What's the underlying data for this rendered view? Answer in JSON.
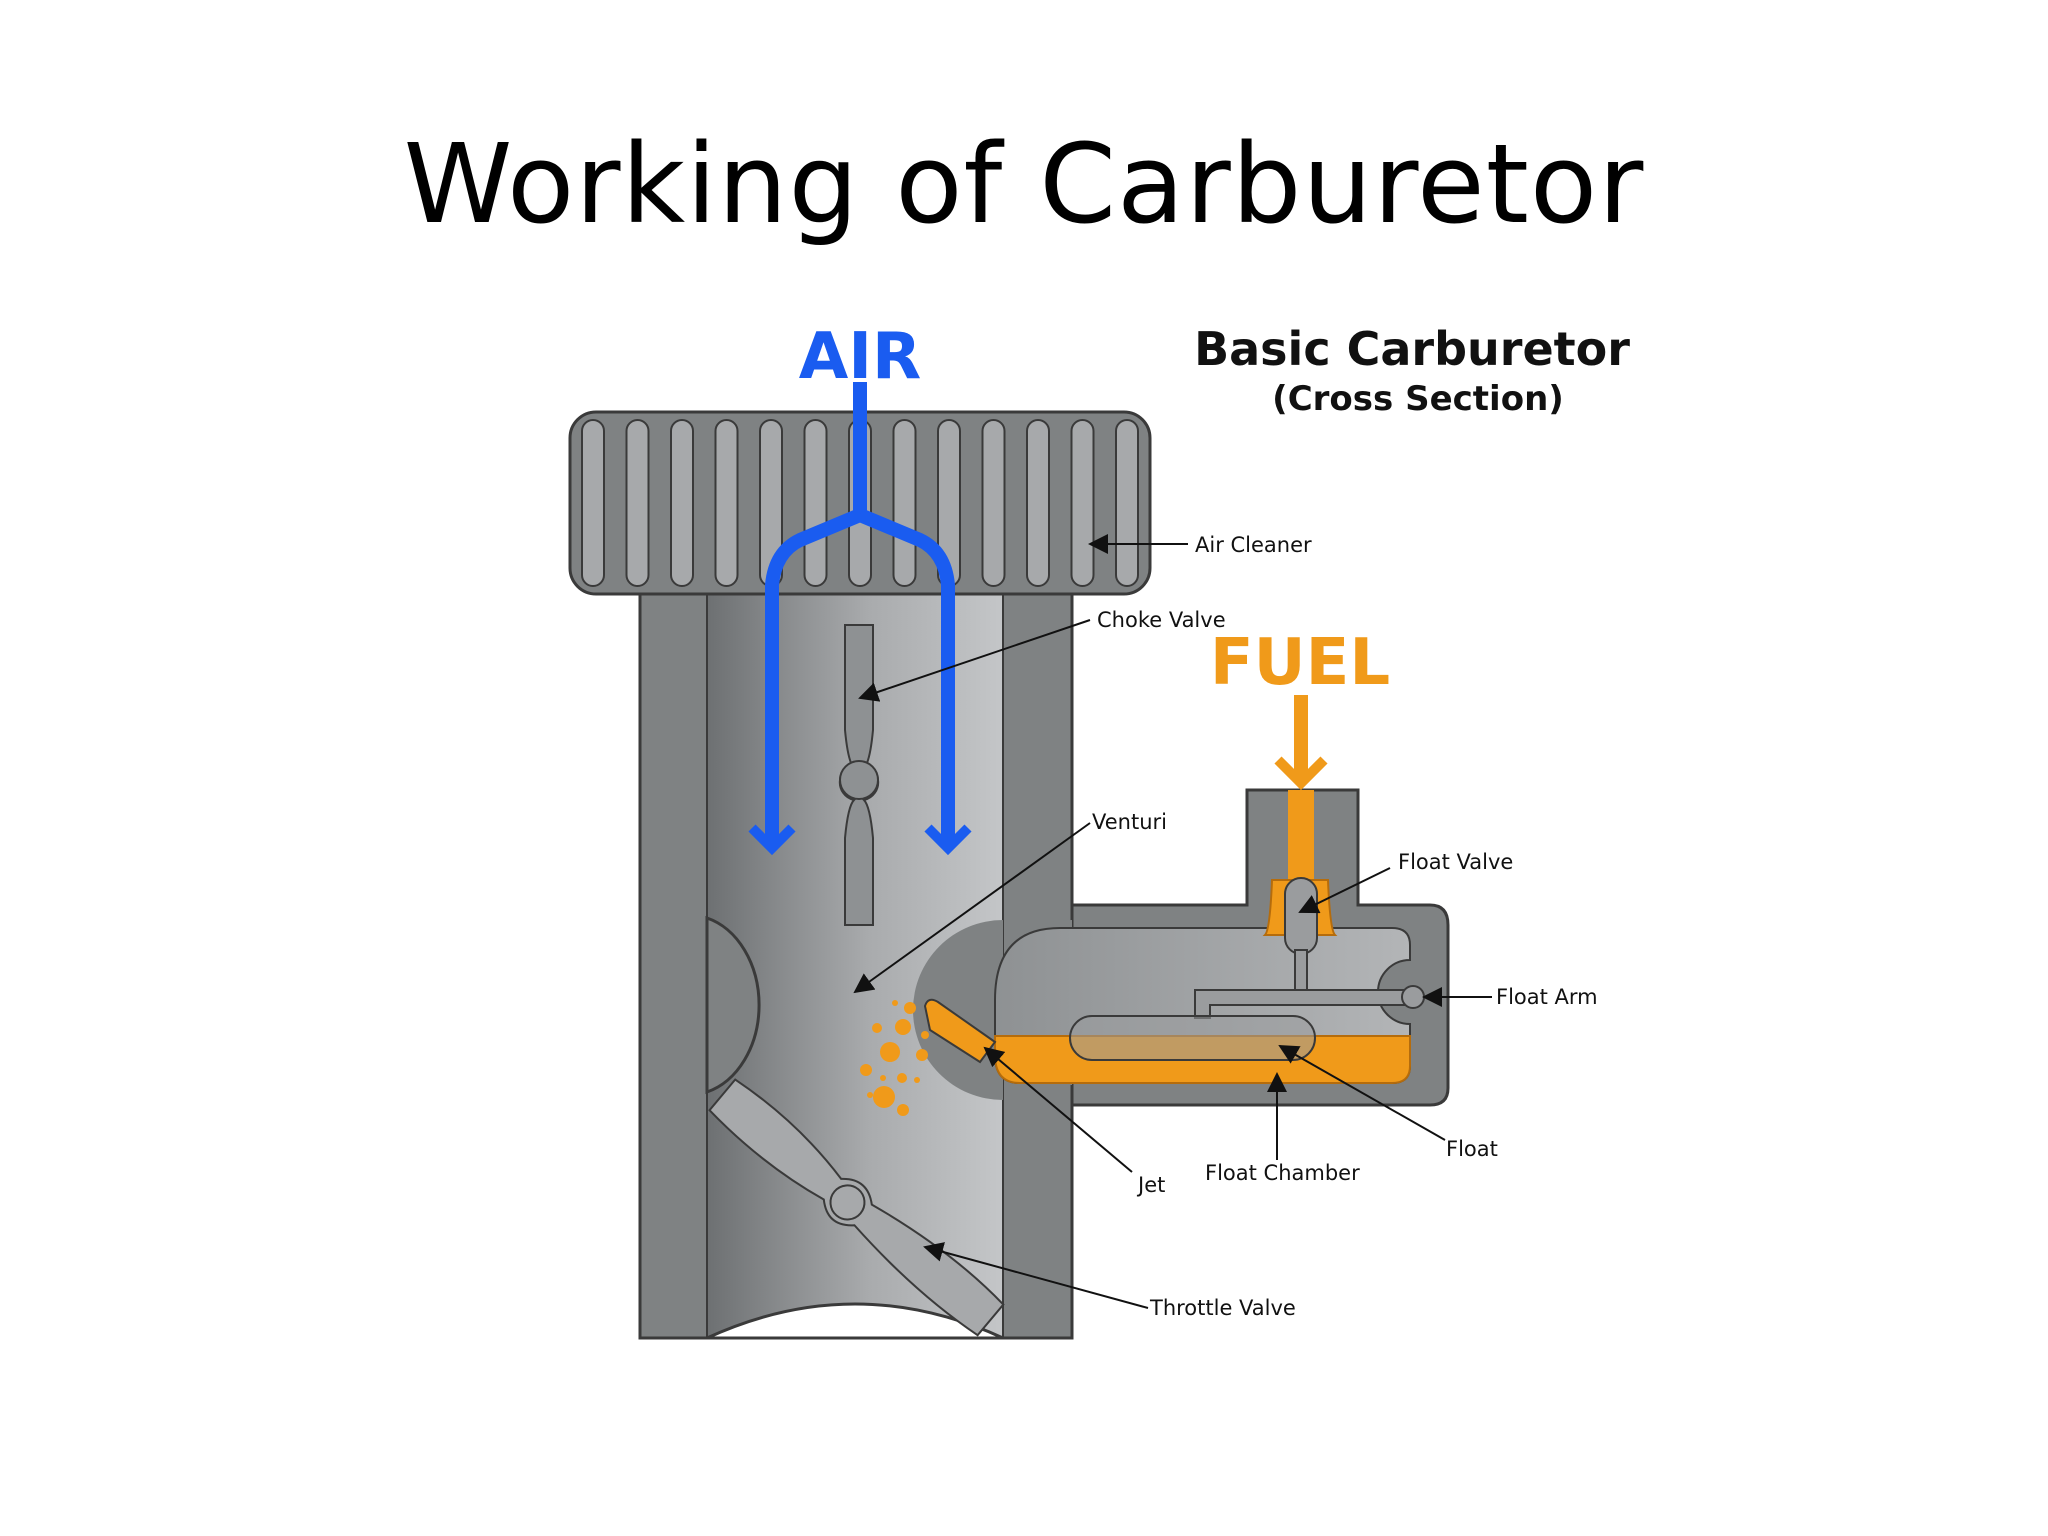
{
  "slide_title": "Working of Carburetor",
  "diagram": {
    "heading": "Basic Carburetor",
    "subheading": "(Cross Section)",
    "air_label": "AIR",
    "fuel_label": "FUEL",
    "labels": {
      "air_cleaner": "Air Cleaner",
      "choke_valve": "Choke Valve",
      "venturi": "Venturi",
      "float_valve": "Float Valve",
      "float_arm": "Float Arm",
      "float": "Float",
      "float_chamber": "Float Chamber",
      "jet": "Jet",
      "throttle_valve": "Throttle Valve"
    }
  },
  "colors": {
    "air": "#1a5cf0",
    "fuel": "#f09a1a",
    "body_dark": "#7f8283",
    "body_light": "#b4b6b8",
    "outline": "#3a3a3a"
  }
}
